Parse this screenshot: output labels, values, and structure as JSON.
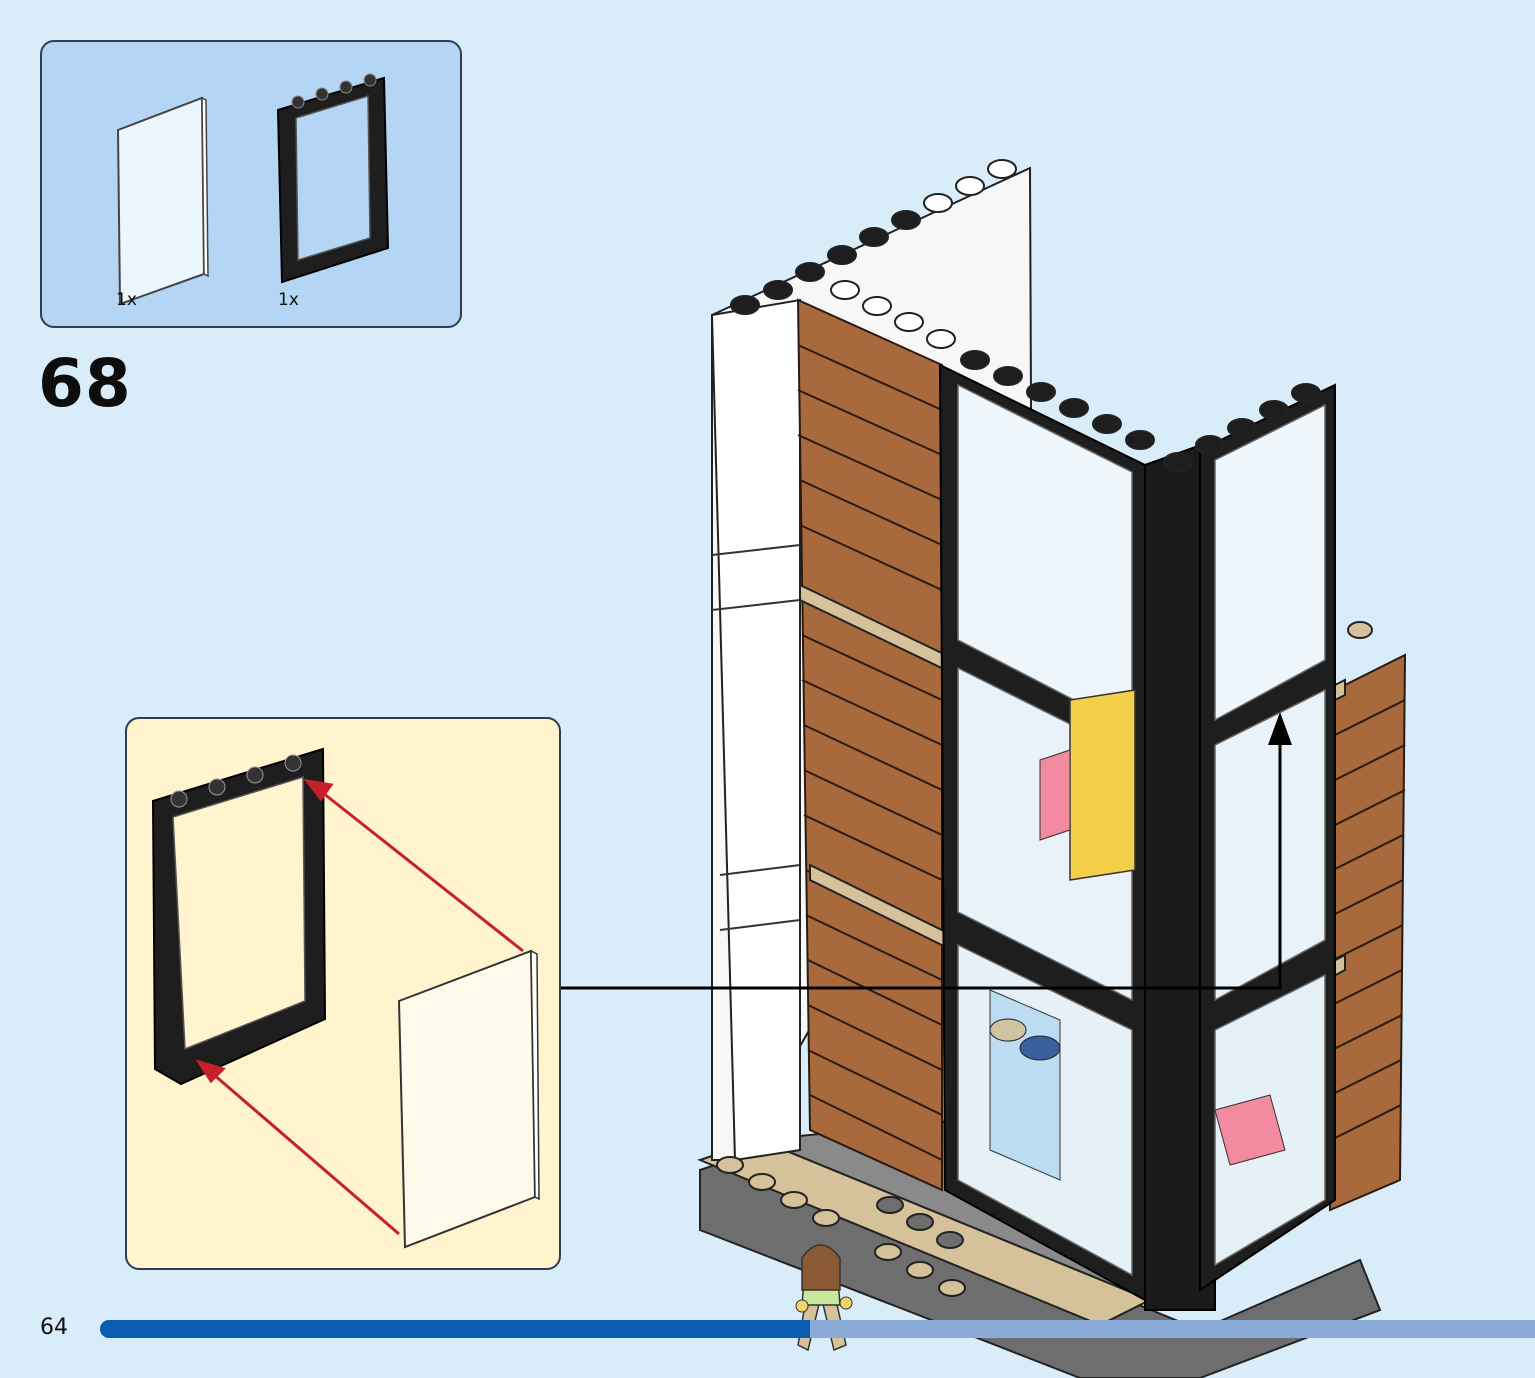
{
  "parts_list": {
    "items": [
      {
        "name": "glass-panel",
        "quantity": "1x"
      },
      {
        "name": "black-window-frame",
        "quantity": "1x"
      }
    ]
  },
  "step": {
    "number": "68"
  },
  "footer": {
    "page_number": "64",
    "progress": 0.495
  },
  "colors": {
    "page_background": "#d8ecfa",
    "parts_box": "#b4d6f4",
    "sub_assembly_box": "#fff4cd",
    "progress_fill": "#0a5cb0",
    "progress_track": "#8aaad8",
    "arrow_red": "#c8202a",
    "brick_brown": "#a86a3c",
    "frame_black": "#1e1e1e"
  }
}
